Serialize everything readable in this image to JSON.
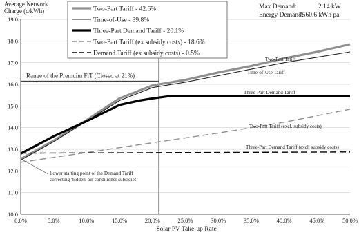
{
  "chart_data": {
    "type": "line",
    "ylabel": "Average Network Charge (c/kWh)",
    "xlabel": "Solar PV Take-up Rate",
    "xlim": [
      0,
      50
    ],
    "ylim": [
      10,
      19
    ],
    "x_ticks": [
      0,
      5,
      10,
      15,
      20,
      25,
      30,
      35,
      40,
      45,
      50
    ],
    "y_ticks": [
      10,
      11,
      12,
      13,
      14,
      15,
      16,
      17,
      18,
      19
    ],
    "x_tick_labels": [
      "0.0%",
      "5.0%",
      "10.0%",
      "15.0%",
      "20.0%",
      "25.0%",
      "30.0%",
      "35.0%",
      "40.0%",
      "45.0%",
      "50.0%"
    ],
    "y_tick_labels": [
      "10.0",
      "11.0",
      "12.0",
      "13.0",
      "14.0",
      "15.0",
      "16.0",
      "17.0",
      "18.0",
      "19.0"
    ],
    "grid": "horizontal",
    "legend_position": "top-left",
    "series": [
      {
        "name": "Two-Part Tariff - 42.6%",
        "label": "Two-Part Tariff",
        "color": "#909090",
        "style": "thick",
        "x": [
          0,
          5,
          10,
          15,
          20,
          22,
          25,
          30,
          35,
          40,
          45,
          50
        ],
        "y": [
          12.55,
          13.4,
          14.35,
          15.35,
          15.95,
          16.05,
          16.2,
          16.55,
          16.85,
          17.2,
          17.5,
          17.85
        ]
      },
      {
        "name": "Time-of-Use - 39.8%",
        "label": "Time-of-Use Tariff",
        "color": "#222222",
        "style": "thin",
        "x": [
          0,
          5,
          10,
          15,
          20,
          22,
          25,
          30,
          35,
          40,
          45,
          50
        ],
        "y": [
          12.5,
          13.35,
          14.3,
          15.25,
          15.85,
          15.95,
          16.1,
          16.4,
          16.7,
          17.0,
          17.25,
          17.5
        ]
      },
      {
        "name": "Three-Part Demand Tariff - 20.1%",
        "label": "Three-Part Demand Tariff",
        "color": "#000000",
        "style": "thick",
        "x": [
          0,
          5,
          10,
          15,
          18,
          20,
          22.5,
          25,
          30,
          35,
          40,
          45,
          50
        ],
        "y": [
          12.8,
          13.6,
          14.3,
          15.05,
          15.25,
          15.35,
          15.45,
          15.45,
          15.45,
          15.45,
          15.45,
          15.45,
          15.45
        ]
      },
      {
        "name": "Two-Part Tariff (ex subsidy costs) - 18.6%",
        "label": "Two-Part Tariff (excl. subsidy costs)",
        "color": "#909090",
        "style": "dashed",
        "x": [
          0,
          10,
          20,
          30,
          40,
          50
        ],
        "y": [
          12.4,
          12.85,
          13.3,
          13.75,
          14.25,
          14.85
        ]
      },
      {
        "name": "Demand Tariff (ex subsidy costs) - 0.5%",
        "label": "Three-Part Demand Tariff (excl. subsidy costs)",
        "color": "#000000",
        "style": "dashed",
        "x": [
          0,
          50
        ],
        "y": [
          12.82,
          12.88
        ]
      }
    ],
    "annotations": {
      "premium_fit_label": "Range of the Premuim FiT (Closed at 21%)",
      "premium_fit_x": 21,
      "premium_fit_y": 16.15,
      "lower_start_line1": "Lower starting point of the Demand Tariff",
      "lower_start_line2": "correcting 'hidden' air-conditioner subsidies",
      "max_demand_label": "Max Demand:",
      "max_demand_value": "2.14 kW",
      "energy_demand_label": "Energy Demand:",
      "energy_demand_value": "7560.6 kWh pa"
    }
  }
}
